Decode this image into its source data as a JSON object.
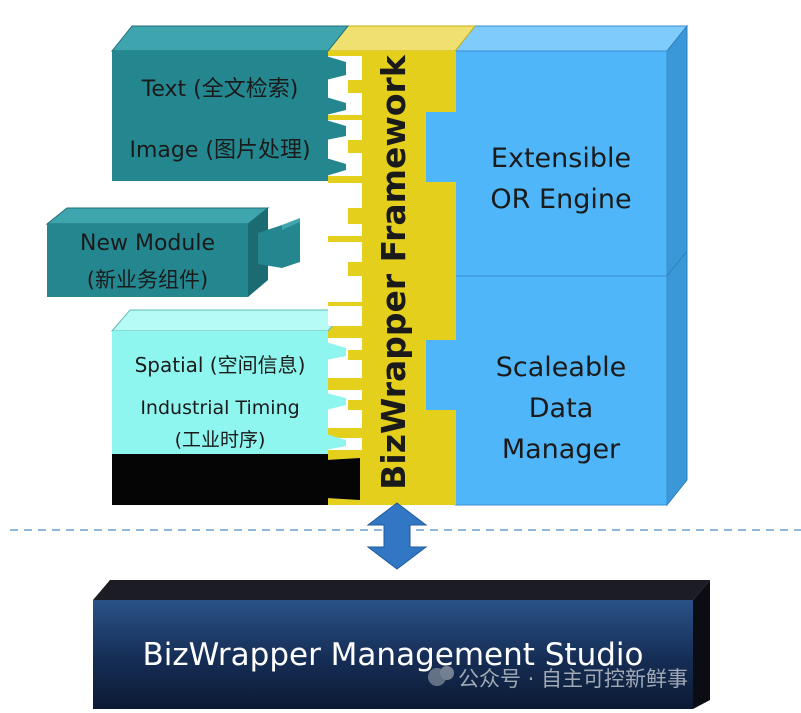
{
  "modules": {
    "text": "Text (全文检索)",
    "image": "Image (图片处理)",
    "new_module_line1": "New Module",
    "new_module_line2": "(新业务组件)",
    "spatial": "Spatial (空间信息)",
    "industrial_line1": "Industrial Timing",
    "industrial_line2": "(工业时序)"
  },
  "framework": {
    "title": "BizWrapper Framework"
  },
  "engines": {
    "or_engine_line1": "Extensible",
    "or_engine_line2": "OR Engine",
    "data_manager_line1": "Scaleable",
    "data_manager_line2": "Data",
    "data_manager_line3": "Manager"
  },
  "studio": {
    "title": "BizWrapper Management Studio"
  },
  "watermark": {
    "text": "公众号 · 自主可控新鲜事"
  },
  "colors": {
    "teal": "#24878f",
    "cyan_light": "#8ff6ef",
    "gold": "#e5cf1d",
    "sky_blue": "#4fb6f9",
    "navy": "#0d1e3b",
    "arrow_blue": "#3277c4"
  }
}
